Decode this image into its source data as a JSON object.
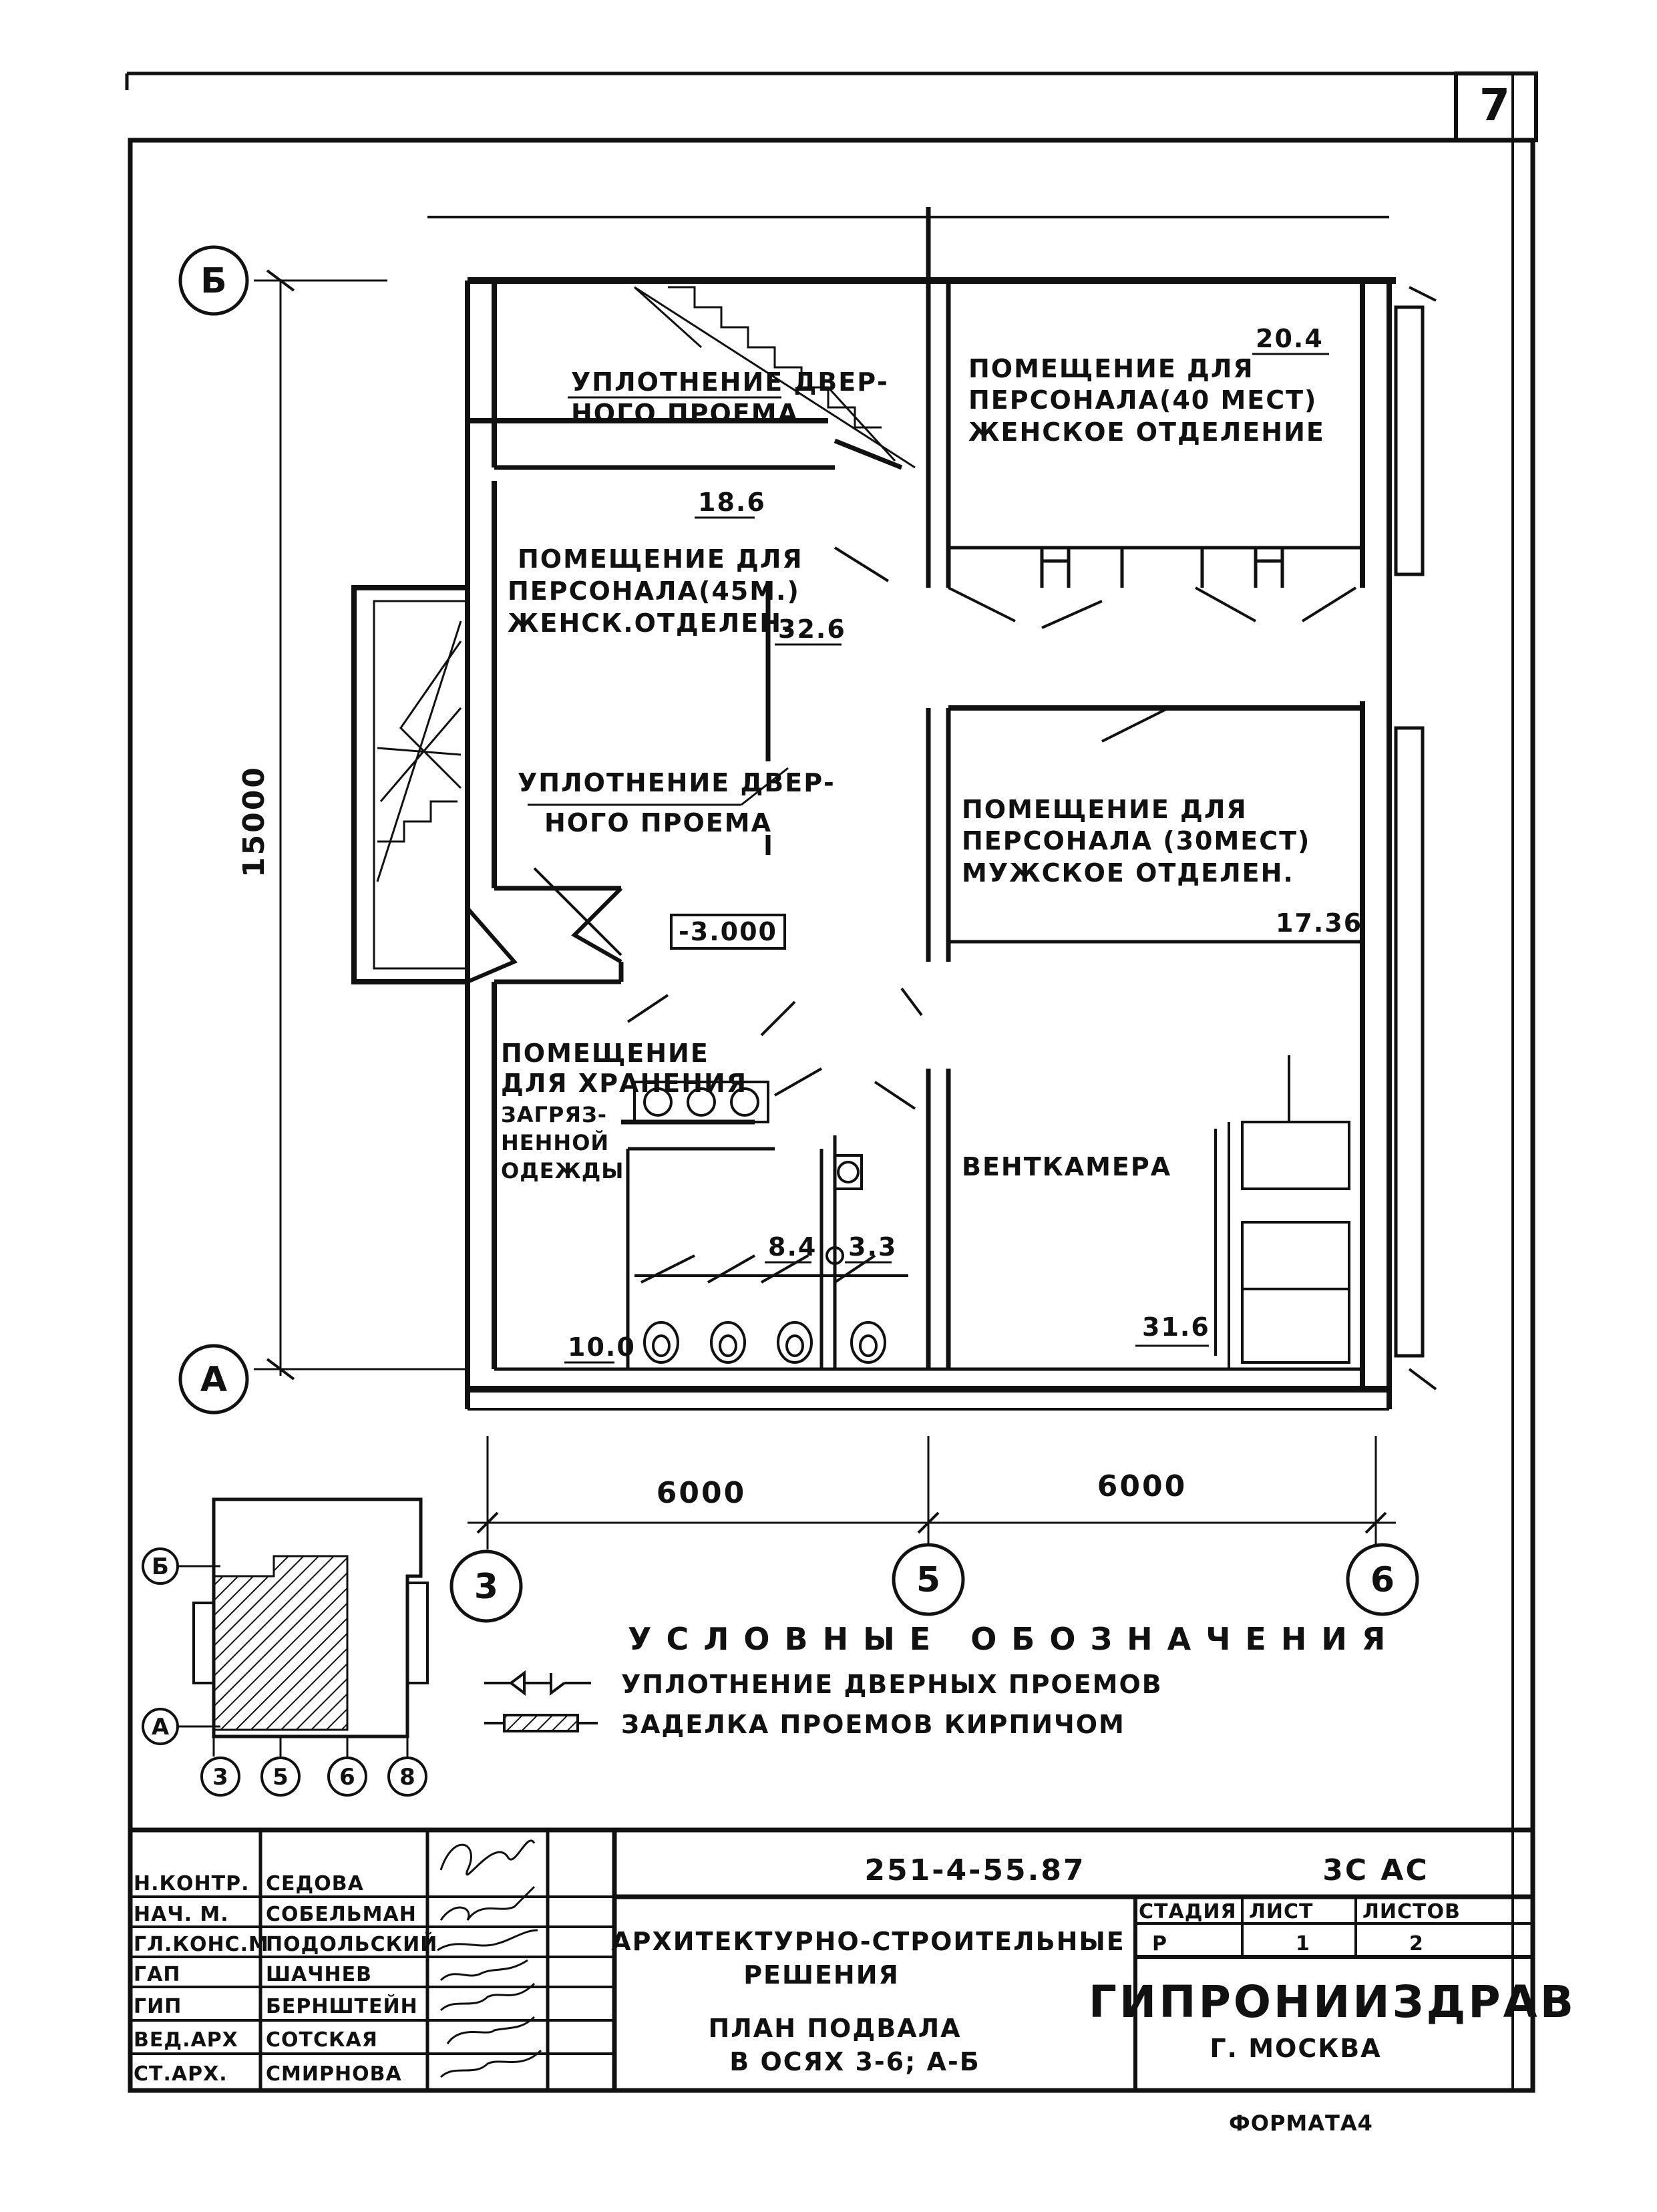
{
  "sheet": {
    "number": "7",
    "format_note": "ФОРМАТА4"
  },
  "axes": {
    "row_top": "Б",
    "row_bottom": "А",
    "col_left": "3",
    "col_mid": "5",
    "col_right": "6"
  },
  "dimensions": {
    "vertical": "15000",
    "span_left": "6000",
    "span_right": "6000"
  },
  "rooms": {
    "stair_door": {
      "line1": "УПЛОТНЕНИЕ ДВЕР-",
      "line2": "НОГО ПРОЕМА"
    },
    "women40": {
      "area": "20.4",
      "line1": "ПОМЕЩЕНИЕ ДЛЯ",
      "line2": "ПЕРСОНАЛА(40 МЕСТ)",
      "line3": "ЖЕНСКОЕ ОТДЕЛЕНИЕ"
    },
    "women45": {
      "area": "18.6",
      "line1": "ПОМЕЩЕНИЕ ДЛЯ",
      "line2": "ПЕРСОНАЛА(45М.)",
      "line3": "ЖЕНСК.ОТДЕЛЕН."
    },
    "corridor_area": "32.6",
    "mid_door": {
      "line1": "УПЛОТНЕНИЕ ДВЕР-",
      "line2": "НОГО ПРОЕМА"
    },
    "level_mark": "-3.000",
    "men30": {
      "area": "17.36",
      "line1": "ПОМЕЩЕНИЕ ДЛЯ",
      "line2": "ПЕРСОНАЛА (30МЕСТ)",
      "line3": "МУЖСКОЕ ОТДЕЛЕН."
    },
    "storage": {
      "area": "10.0",
      "line1": "ПОМЕЩЕНИЕ",
      "line2": "ДЛЯ ХРАНЕНИЯ",
      "line3": "ЗАГРЯЗ-",
      "line4": "НЕННОЙ",
      "line5": "ОДЕЖДЫ"
    },
    "wc_area_1": "8.4",
    "wc_area_2": "3.3",
    "vent": {
      "label": "ВЕНТКАМЕРА",
      "area": "31.6"
    }
  },
  "key_plan": {
    "row_top": "Б",
    "row_bottom": "А",
    "cols": [
      "3",
      "5",
      "6",
      "8"
    ]
  },
  "legend": {
    "title": "УСЛОВНЫЕ ОБОЗНАЧЕНИЯ",
    "items": [
      {
        "text": "УПЛОТНЕНИЕ ДВЕРНЫХ ПРОЕМОВ"
      },
      {
        "text": "ЗАДЕЛКА ПРОЕМОВ КИРПИЧОМ"
      }
    ]
  },
  "title_block": {
    "doc_code": "251-4-55.87",
    "mark": "3С АС",
    "people": [
      {
        "role": "Н.КОНТР.",
        "name": "СЕДОВА"
      },
      {
        "role": "НАЧ. М.",
        "name": "СОБЕЛЬМАН"
      },
      {
        "role": "ГЛ.КОНС.М",
        "name": "ПОДОЛЬСКИЙ"
      },
      {
        "role": "ГАП",
        "name": "ШАЧНЕВ"
      },
      {
        "role": "ГИП",
        "name": "БЕРНШТЕЙН"
      },
      {
        "role": "ВЕД.АРХ",
        "name": "СОТСКАЯ"
      },
      {
        "role": "СТ.АРХ.",
        "name": "СМИРНОВА"
      }
    ],
    "subject_line1": "АРХИТЕКТУРНО-СТРОИТЕЛЬНЫЕ",
    "subject_line2": "РЕШЕНИЯ",
    "drawing_line1": "ПЛАН ПОДВАЛА",
    "drawing_line2": "В ОСЯХ 3-6; А-Б",
    "stage_header": "СТАДИЯ",
    "sheet_header": "ЛИСТ",
    "sheets_header": "ЛИСТОВ",
    "stage": "Р",
    "sheet": "1",
    "sheets": "2",
    "org": "ГИПРОНИИЗДРАВ",
    "city": "Г. МОСКВА"
  }
}
